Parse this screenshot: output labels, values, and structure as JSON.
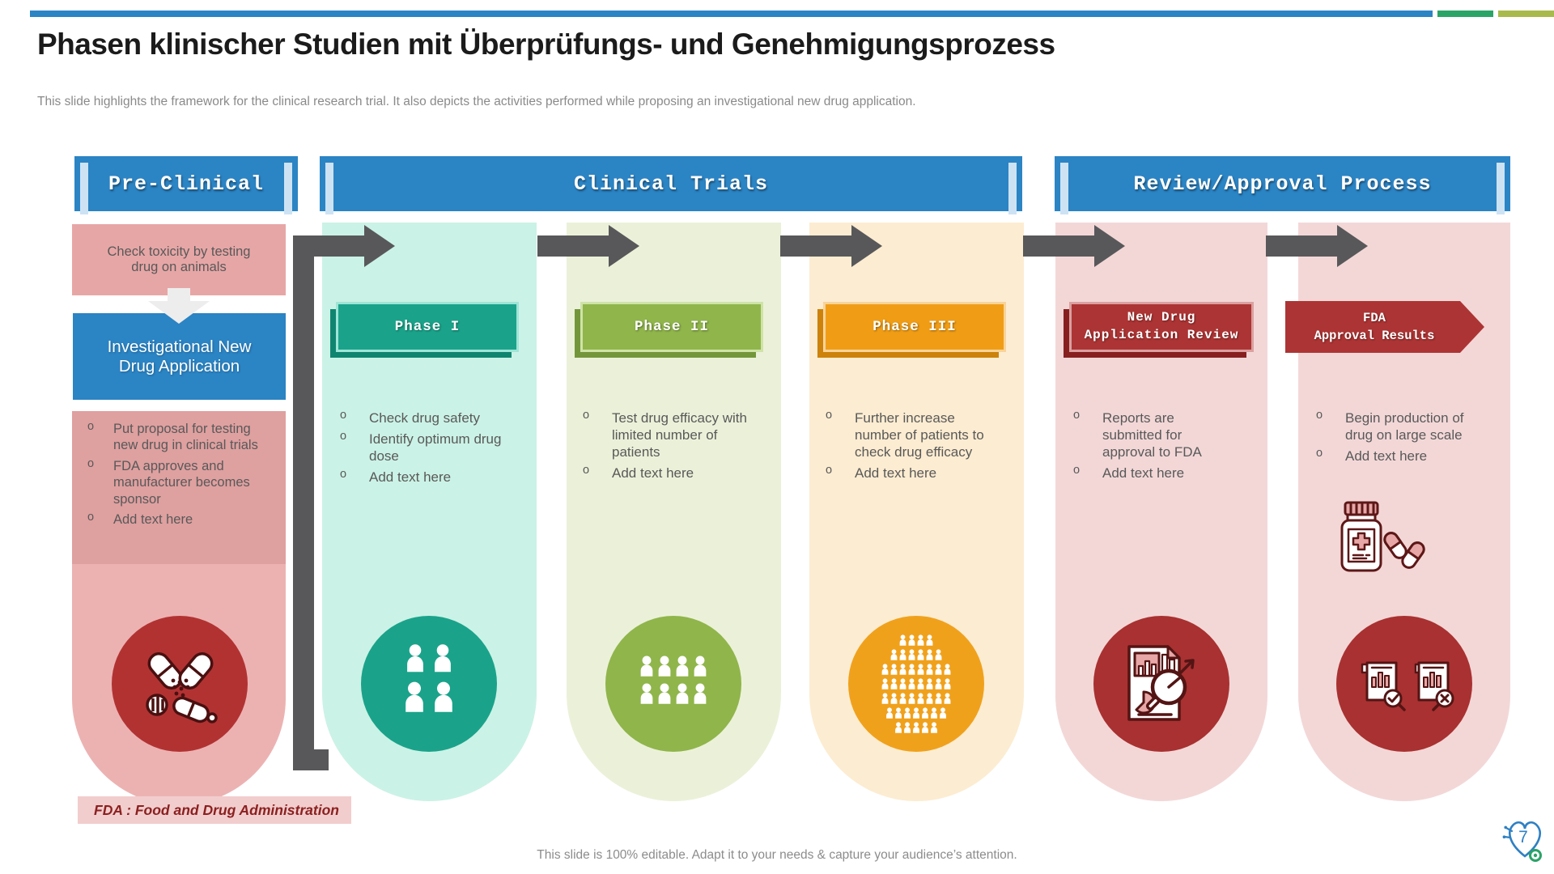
{
  "title": "Phasen klinischer Studien mit Überprüfungs- und Genehmigungsprozess",
  "subtitle": "This slide highlights the framework for the clinical research trial. It also depicts the activities performed while proposing an investigational new drug application.",
  "headers": {
    "preclinical": "Pre-Clinical",
    "clinical_trials": "Clinical Trials",
    "review_approval": "Review/Approval Process"
  },
  "preclinical": {
    "toxicity_note": "Check toxicity by testing drug on animals",
    "inda_label": "Investigational New Drug Application",
    "bullets": [
      "Put proposal for testing new drug in clinical trials",
      "FDA approves and manufacturer becomes sponsor",
      "Add text here"
    ],
    "icon": "crossed-pills-icon"
  },
  "phase1": {
    "label": "Phase I",
    "bullets": [
      "Check drug safety",
      "Identify optimum drug dose",
      "Add text here"
    ],
    "icon": "patients-pair-icon"
  },
  "phase2": {
    "label": "Phase II",
    "bullets": [
      "Test drug efficacy with limited number of patients",
      "Add text here"
    ],
    "icon": "patients-group-icon"
  },
  "phase3": {
    "label": "Phase III",
    "bullets": [
      "Further increase number of patients to check drug efficacy",
      "Add text here"
    ],
    "icon": "patients-crowd-icon"
  },
  "nda_review": {
    "label": "New Drug Application Review",
    "bullets": [
      "Reports are submitted for approval to FDA",
      "Add text here"
    ],
    "icon": "report-review-icon"
  },
  "fda_results": {
    "label_line1": "FDA",
    "label_line2": "Approval Results",
    "bullets": [
      "Begin production of drug on large scale",
      "Add text here"
    ],
    "icons": [
      "medicine-bottle-icon",
      "approval-results-icon"
    ]
  },
  "footnote": "FDA : Food and Drug Administration",
  "footer_note": "This slide is 100% editable. Adapt it to your needs & capture your audience’s attention.",
  "page_number": "7",
  "colors": {
    "header_blue": "#2b84c4",
    "accent_green": "#2aa567",
    "accent_olive": "#a9ba4c",
    "teal": "#1aa38a",
    "olive": "#90b54b",
    "orange": "#f09d15",
    "dark_red": "#ad3434",
    "arrow_gray": "#58585a",
    "mint_panel": "#cbf2e6",
    "green_panel": "#ebf1d9",
    "orange_panel": "#fcecd1",
    "pink_panel": "#f3d7d7"
  }
}
